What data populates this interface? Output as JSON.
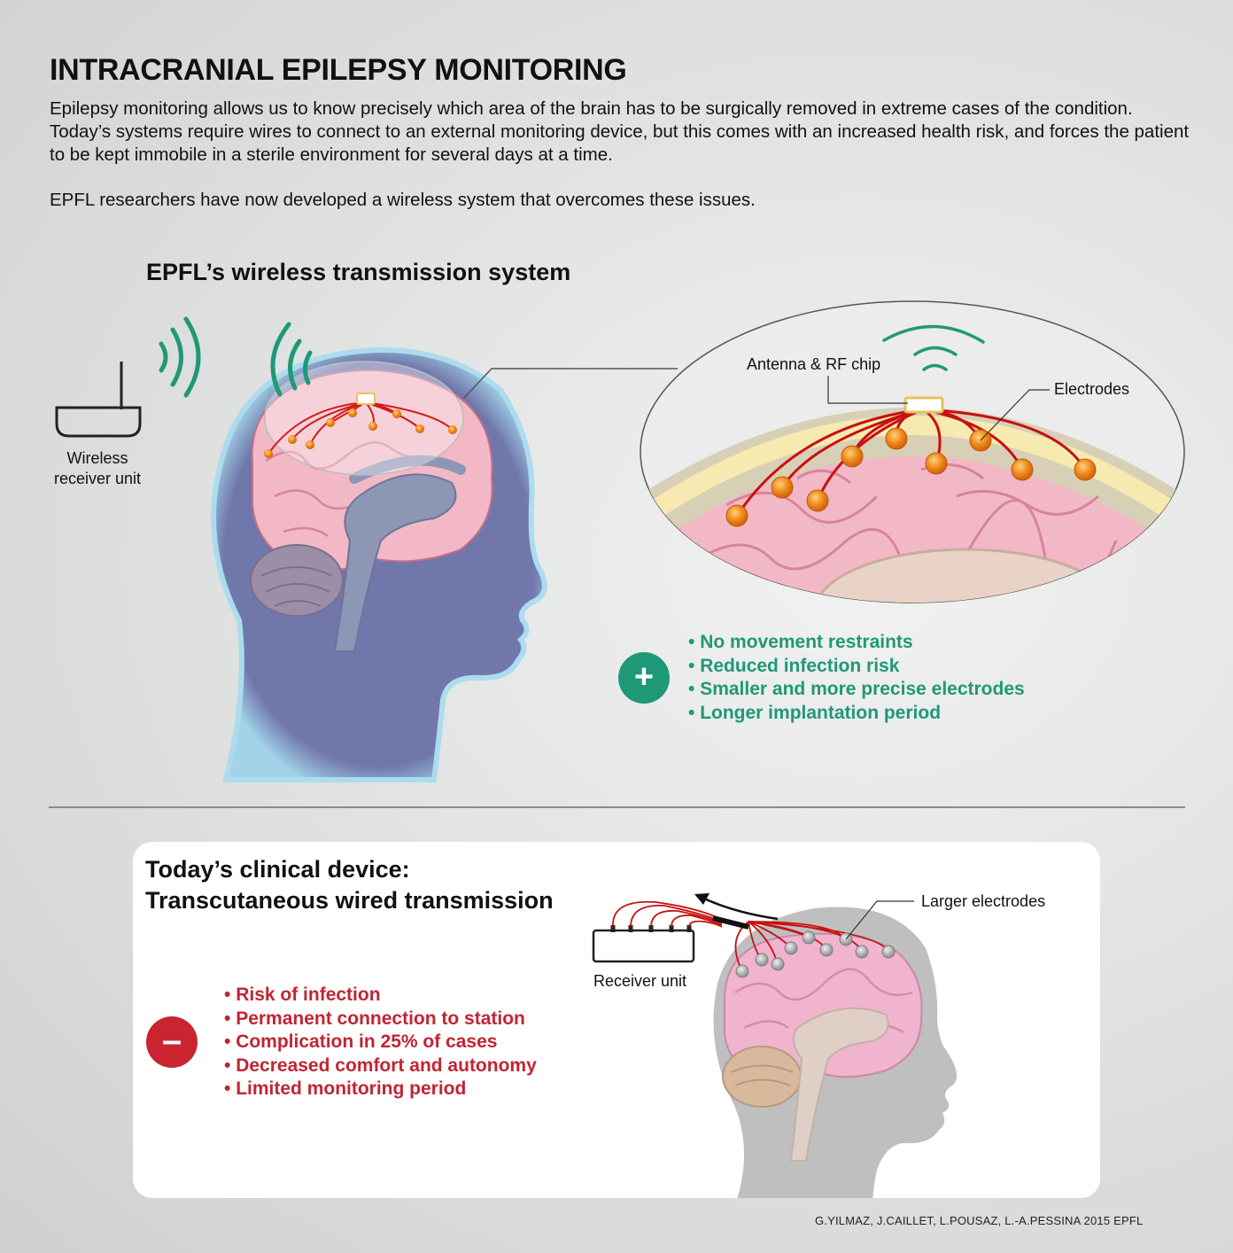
{
  "header": {
    "title": "INTRACRANIAL EPILEPSY MONITORING",
    "intro": "Epilepsy monitoring allows us to know precisely which area of the brain has to be surgically removed in extreme cases of the condition. Today’s systems require wires to connect to an external monitoring device, but this comes with an increased health risk, and forces the patient to be kept immobile in a sterile environment for several days at a time.",
    "intro2": "EPFL researchers have now developed a wireless system that overcomes these issues."
  },
  "wireless": {
    "heading": "EPFL’s wireless transmission system",
    "receiver_label": "Wireless receiver unit",
    "antenna_label": "Antenna & RF chip",
    "electrodes_label": "Electrodes",
    "plus_symbol": "+",
    "advantages": [
      "No movement restraints",
      "Reduced infection risk",
      "Smaller and more precise electrodes",
      "Longer implantation period"
    ]
  },
  "clinical": {
    "heading_line1": "Today’s clinical device:",
    "heading_line2": "Transcutaneous wired transmission",
    "receiver_unit_label": "Receiver unit",
    "larger_electrodes_label": "Larger electrodes",
    "minus_symbol": "–",
    "disadvantages": [
      "Risk of infection",
      "Permanent connection to station",
      "Complication in 25% of cases",
      "Decreased comfort and autonomy",
      "Limited monitoring period"
    ]
  },
  "credit": "G.YILMAZ, J.CAILLET, L.POUSAZ, L.-A.PESSINA 2015 EPFL",
  "colors": {
    "green": "#1f9878",
    "red": "#c02532",
    "head_blue": "#6b72a8",
    "brain_pink": "#f2b8c6",
    "electrode_orange": "#f08a1c"
  }
}
